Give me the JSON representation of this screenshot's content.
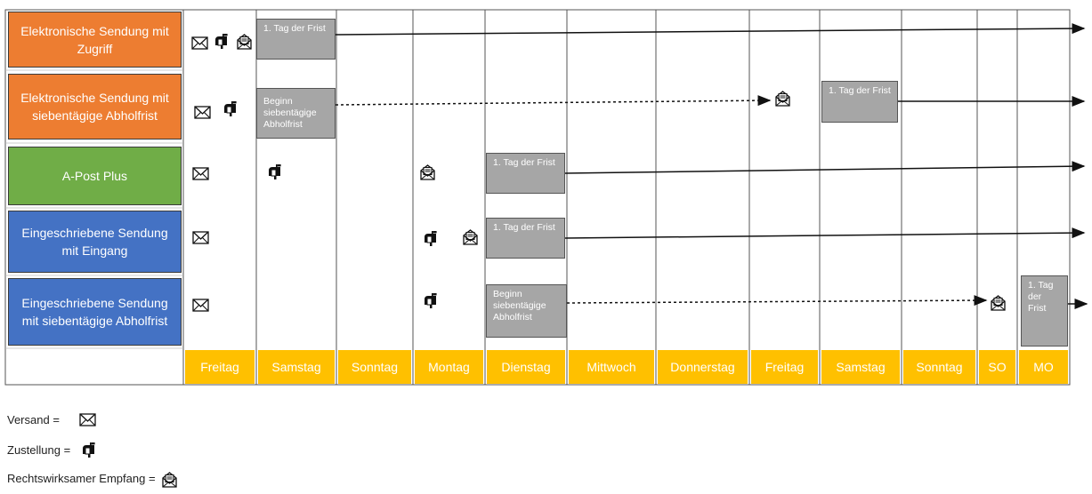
{
  "rows": [
    {
      "label": "Elektronische Sendung mit Zugriff",
      "color": "#ed7d31"
    },
    {
      "label": "Elektronische Sendung mit siebentägige Abholfrist",
      "color": "#ed7d31"
    },
    {
      "label": "A-Post Plus",
      "color": "#70ad47"
    },
    {
      "label": "Eingeschriebene Sendung mit Eingang",
      "color": "#4472c4"
    },
    {
      "label": "Eingeschriebene Sendung mit siebentägige Abholfrist",
      "color": "#4472c4"
    }
  ],
  "days": [
    "Freitag",
    "Samstag",
    "Sonntag",
    "Montag",
    "Dienstag",
    "Mittwoch",
    "Donnerstag",
    "Freitag",
    "Samstag",
    "Sonntag",
    "SO",
    "MO"
  ],
  "boxes": {
    "frist_r1": "1. Tag der Frist",
    "beginn_r2": "Beginn siebentägige Abholfrist",
    "frist_r2": "1. Tag der Frist",
    "frist_r3": "1. Tag der Frist",
    "frist_r4": "1. Tag der Frist",
    "beginn_r5": "Beginn siebentägige Abholfrist",
    "frist_r5": "1. Tag der Frist"
  },
  "legend": {
    "versand": "Versand =",
    "zustellung": "Zustellung =",
    "empfang": "Rechtswirksamer Empfang ="
  },
  "icons": {
    "versand": "envelope-icon",
    "zustellung": "mailbox-icon",
    "empfang": "open-envelope-icon"
  },
  "colors": {
    "orange": "#ed7d31",
    "green": "#70ad47",
    "blue": "#4472c4",
    "day_bar": "#ffc000",
    "box_gray": "#a6a6a6"
  }
}
